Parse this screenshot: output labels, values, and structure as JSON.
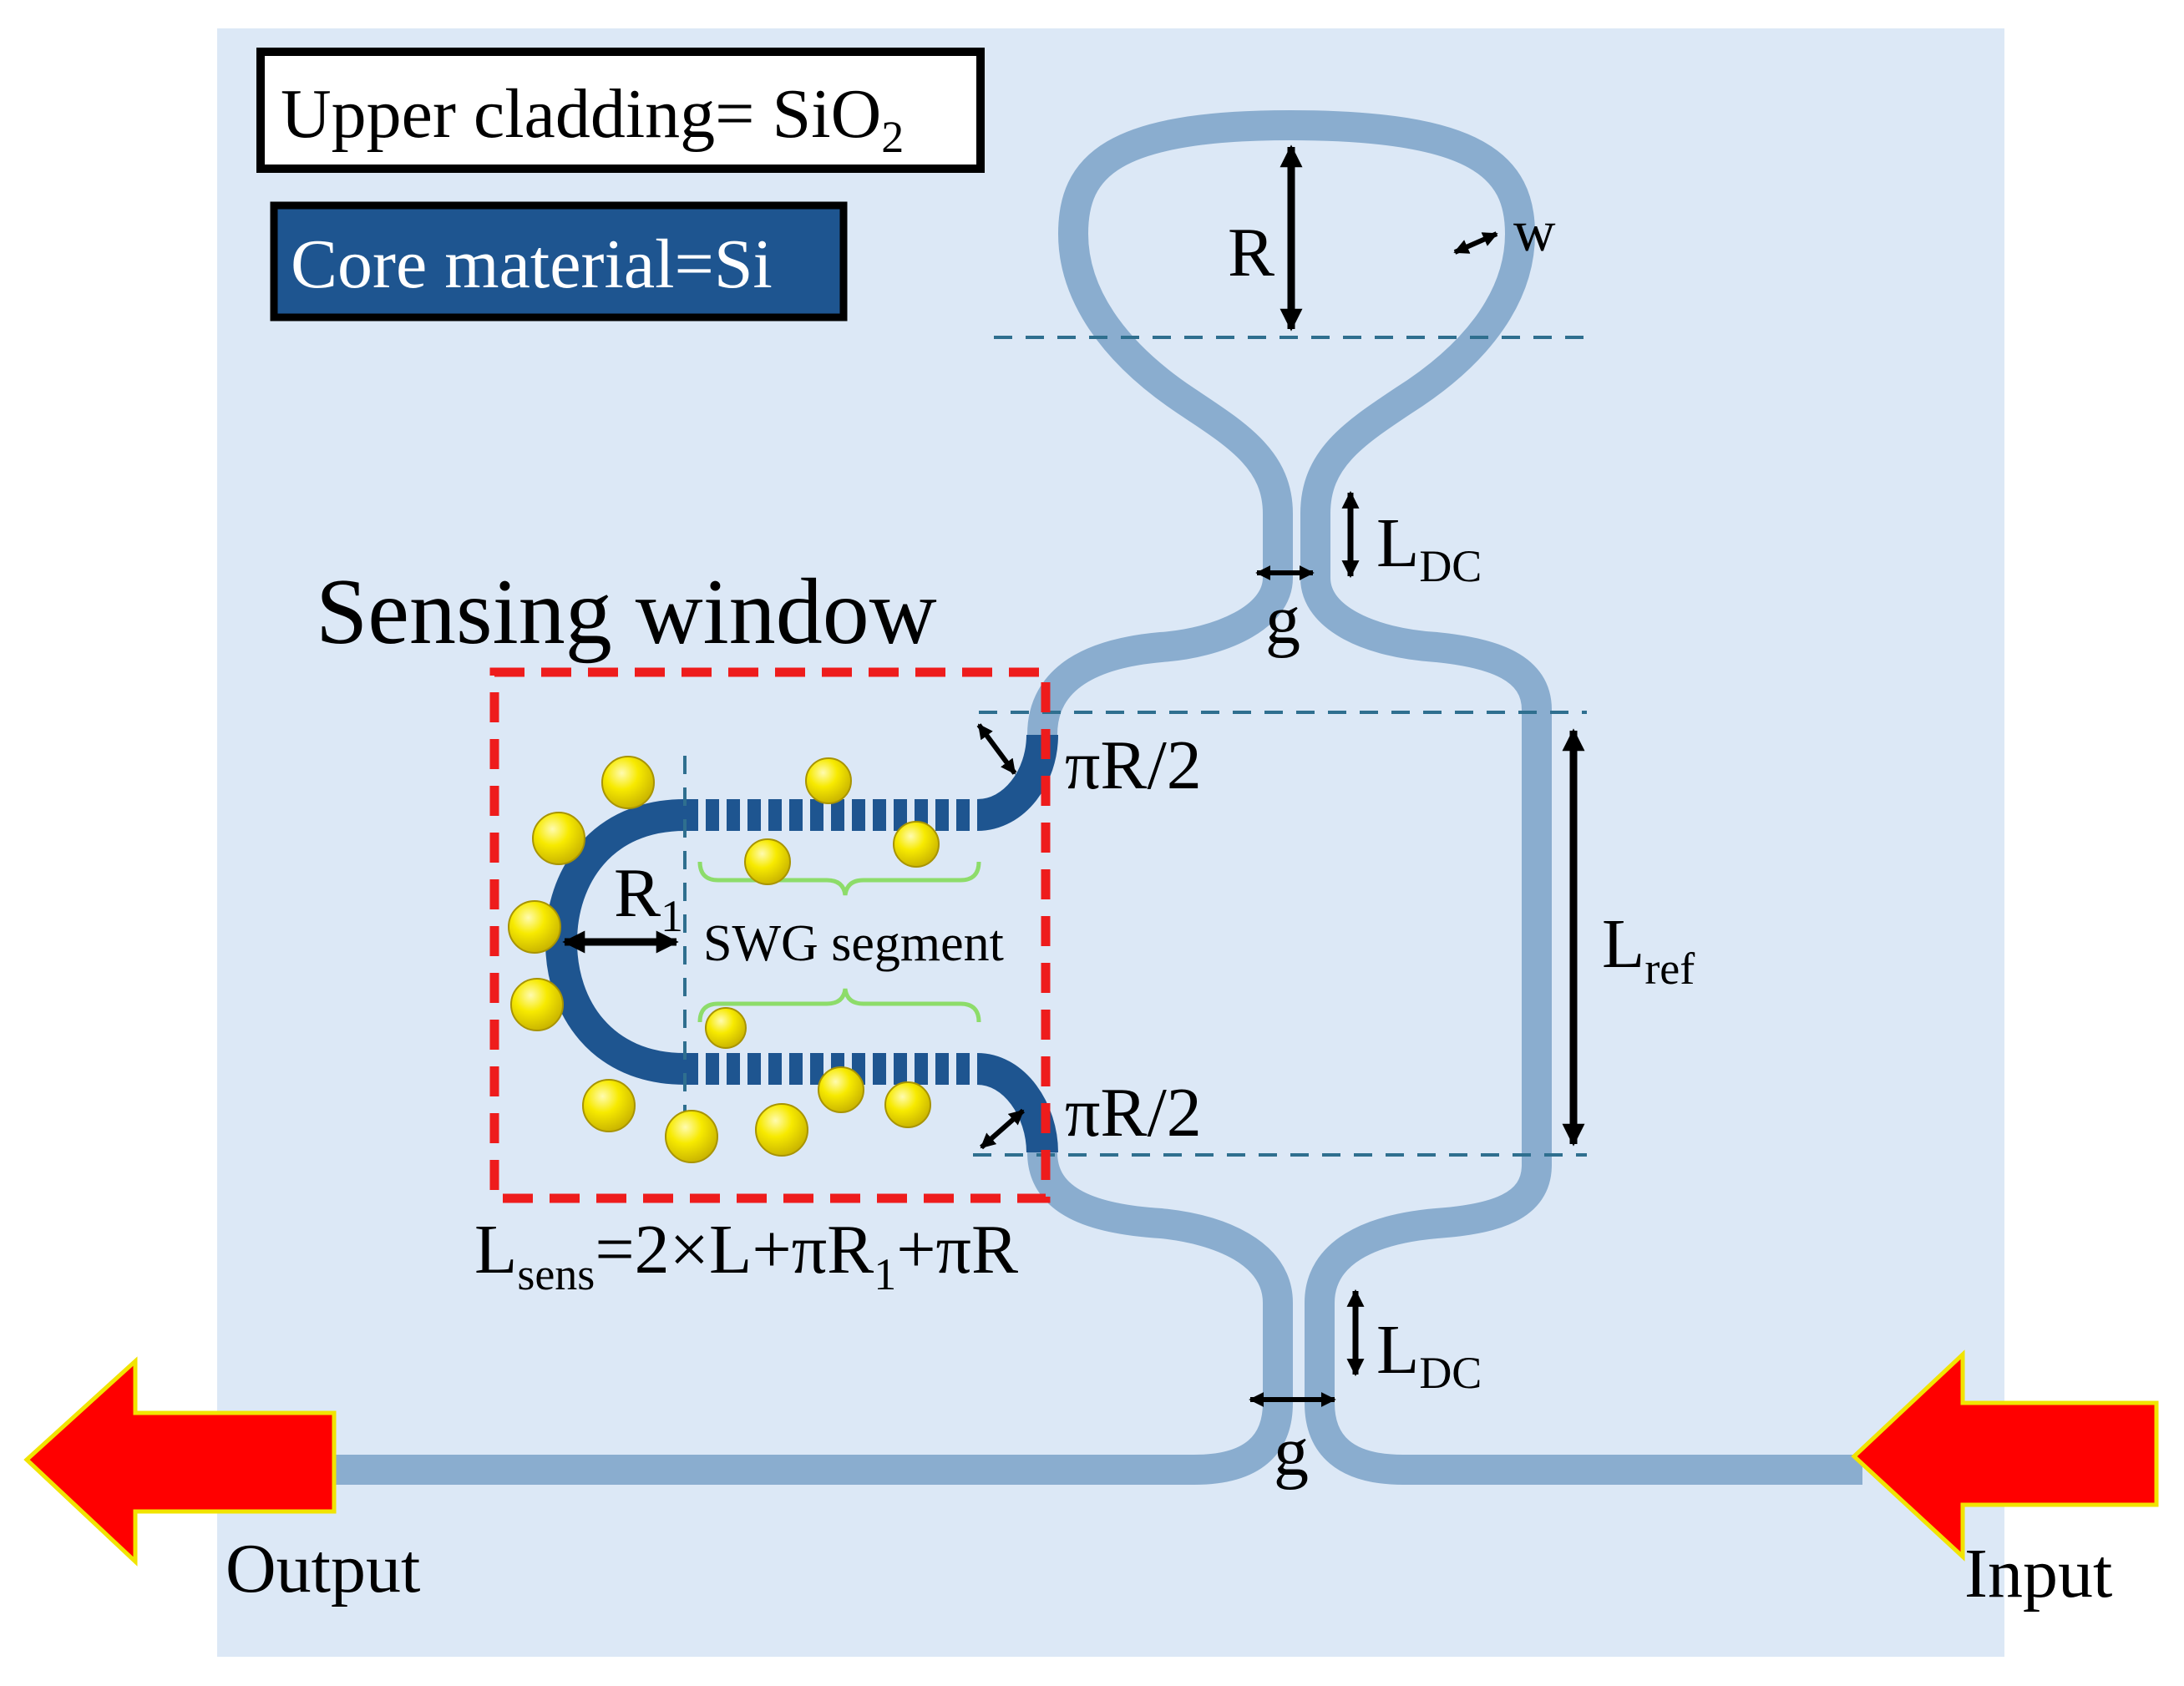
{
  "colors": {
    "background": "#dce8f6",
    "cladding_waveguide": "#8aadcf",
    "core_waveguide": "#1e5590",
    "sensing_window_border": "#ee1c1c",
    "particle": "#f4e600",
    "arrow_fill": "#ff0000",
    "arrow_outline": "#f1e400",
    "swg_bracket": "#8ddc6a",
    "guide_line": "#2f6f8f"
  },
  "legend": {
    "cladding": {
      "main": "Upper cladding= SiO",
      "sub": "2"
    },
    "core": {
      "text": "Core material=Si"
    }
  },
  "title": {
    "sensing_window": "Sensing window"
  },
  "labels": {
    "R": "R",
    "w": "w",
    "g_top": "g",
    "g_bottom": "g",
    "ldc_top": {
      "main": "L",
      "sub": "DC"
    },
    "ldc_bottom": {
      "main": "L",
      "sub": "DC"
    },
    "pir2_top": "πR/2",
    "pir2_bottom": "πR/2",
    "lref": {
      "main": "L",
      "sub": "ref"
    },
    "r1": {
      "main": "R",
      "sub": "1"
    },
    "swg_segment": "SWG segment",
    "lsens": {
      "main": "L",
      "sub1": "sens",
      "mid": "=2×L+πR",
      "sub2": "1",
      "end": "+πR"
    },
    "output": "Output",
    "input": "Input"
  },
  "icons": {
    "output_arrow": "arrow-left-icon",
    "input_arrow": "arrow-left-icon",
    "particles": "gold-nanoparticle-icon"
  }
}
